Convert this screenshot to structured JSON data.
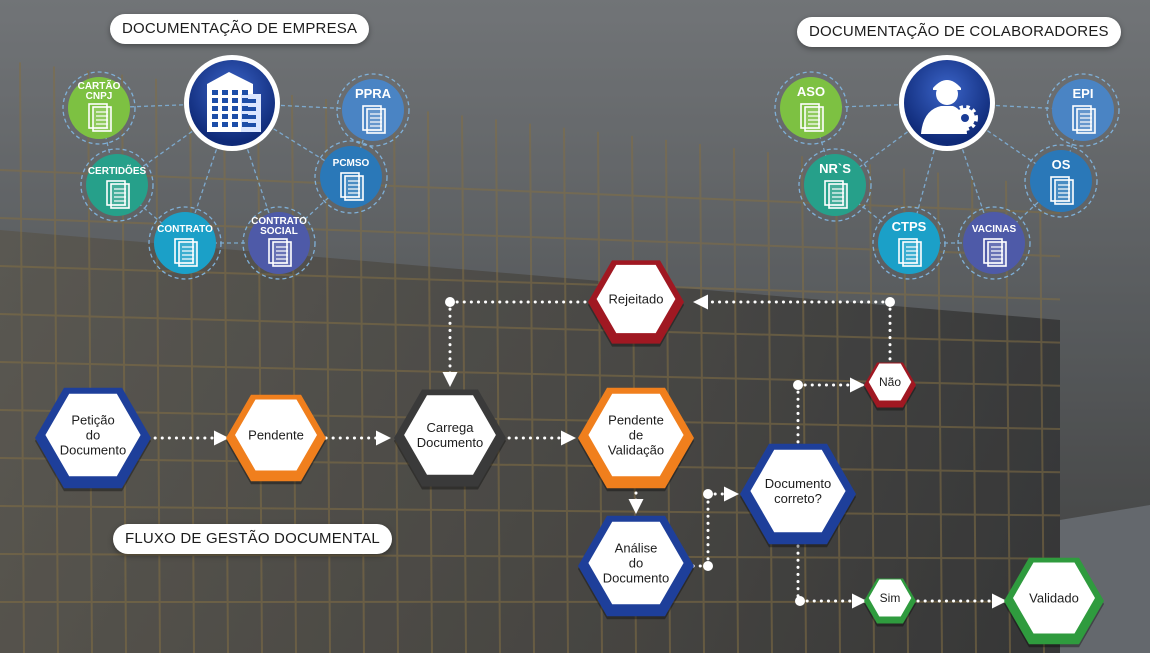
{
  "sections": {
    "company_docs": "DOCUMENTAÇÃO DE EMPRESA",
    "employee_docs": "DOCUMENTAÇÃO DE COLABORADORES",
    "flow_title": "FLUXO DE GESTÃO DOCUMENTAL"
  },
  "company_documents": [
    {
      "label": "CARTÃO CNPJ",
      "color": "#7dc142"
    },
    {
      "label": "CERTIDÕES",
      "color": "#26a08a"
    },
    {
      "label": "CONTRATO",
      "color": "#1ba0c8"
    },
    {
      "label": "CONTRATO SOCIAL",
      "color": "#4e5aa8"
    },
    {
      "label": "PCMSO",
      "color": "#2a78b8"
    },
    {
      "label": "PPRA",
      "color": "#4a84c4"
    }
  ],
  "employee_documents": [
    {
      "label": "ASO",
      "color": "#7dc142"
    },
    {
      "label": "NR`S",
      "color": "#26a08a"
    },
    {
      "label": "CTPS",
      "color": "#1ba0c8"
    },
    {
      "label": "VACINAS",
      "color": "#4e5aa8"
    },
    {
      "label": "OS",
      "color": "#2a78b8"
    },
    {
      "label": "EPI",
      "color": "#4a84c4"
    }
  ],
  "hub_icons": {
    "company": "building-icon",
    "employee": "worker-gear-icon"
  },
  "flow_nodes": {
    "peticao": {
      "label": "Petição do Documento",
      "color": "#1e3f9a"
    },
    "pendente": {
      "label": "Pendente",
      "color": "#f07f1d"
    },
    "carrega": {
      "label": "Carrega Documento",
      "color": "#3a3a3a"
    },
    "pendente_validacao": {
      "label": "Pendente de Validação",
      "color": "#f07f1d"
    },
    "analise": {
      "label": "Análise do Documento",
      "color": "#1e3f9a"
    },
    "correto": {
      "label": "Documento correto?",
      "color": "#1e3f9a"
    },
    "rejeitado": {
      "label": "Rejeitado",
      "color": "#a01822"
    },
    "nao": {
      "label": "Não",
      "color": "#a01822"
    },
    "sim": {
      "label": "Sim",
      "color": "#2f9b3e"
    },
    "validado": {
      "label": "Validado",
      "color": "#2f9b3e"
    }
  }
}
